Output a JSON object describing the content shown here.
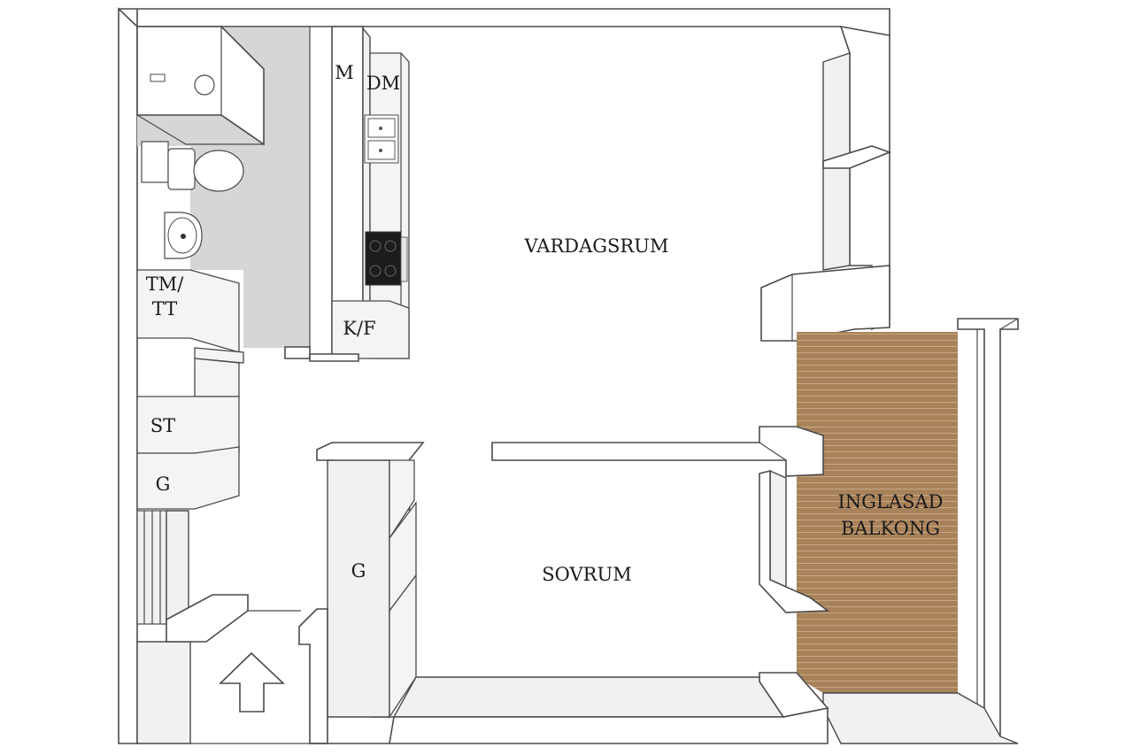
{
  "plan": {
    "rooms": {
      "living": "VARDAGSRUM",
      "bedroom": "SOVRUM",
      "balcony_line1": "INGLASAD",
      "balcony_line2": "BALKONG"
    },
    "fixtures": {
      "microwave": "M",
      "dishwasher": "DM",
      "fridge_freezer": "K/F",
      "washer_dryer_line1": "TM/",
      "washer_dryer_line2": "TT",
      "storage": "ST",
      "wardrobe_hall": "G",
      "wardrobe_bedroom": "G"
    },
    "icons": {
      "entrance": "entrance-arrow-icon",
      "toilet": "toilet-icon",
      "sink": "sink-icon",
      "stove": "stove-icon",
      "kitchen_sink": "kitchen-sink-icon",
      "shower": "shower-icon"
    },
    "colors": {
      "wall_line": "#4a4a4a",
      "bathroom_floor": "#d6d6d6",
      "balcony_wood": "#a8825a",
      "balcony_plank_line": "#c9a885",
      "stove_top": "#1c1c1c"
    }
  }
}
